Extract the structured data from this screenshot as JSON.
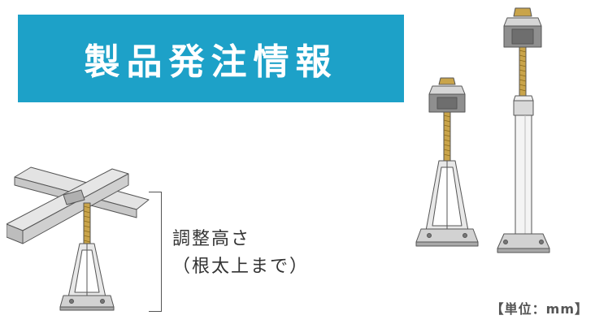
{
  "banner": {
    "title": "製品発注情報",
    "background": "#1da1c8",
    "text_color": "#ffffff"
  },
  "adjust_label": {
    "line1": "調整高さ",
    "line2": "（根太上まで）"
  },
  "unit_note": "【単位：mm】",
  "illustrations": {
    "left": "floor-support-with-channels-icon",
    "right": "floor-support-bolts-icon"
  }
}
